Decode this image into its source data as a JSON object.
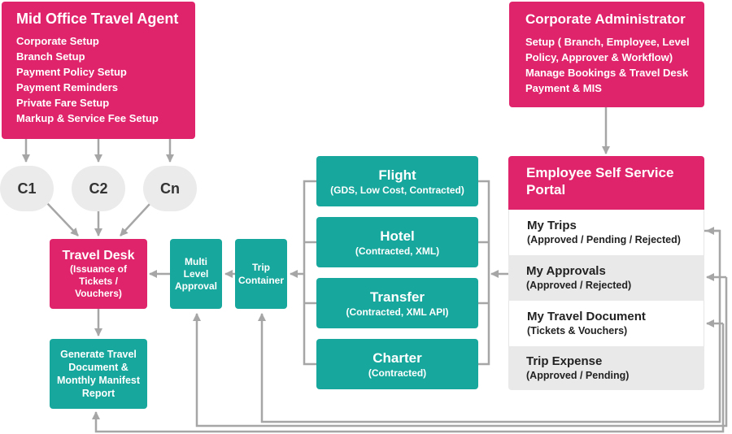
{
  "mid_office": {
    "title": "Mid Office Travel Agent",
    "items": [
      "Corporate Setup",
      "Branch Setup",
      "Payment Policy Setup",
      "Payment Reminders",
      "Private Fare Setup",
      "Markup & Service Fee Setup"
    ]
  },
  "corporate_admin": {
    "title": "Corporate Administrator",
    "items": [
      "Setup ( Branch, Employee, Level",
      "Policy, Approver & Workflow)",
      "Manage Bookings & Travel Desk",
      "Payment & MIS"
    ]
  },
  "corporates": [
    "C1",
    "C2",
    "Cn"
  ],
  "travel_desk": {
    "title": "Travel Desk",
    "sub": "(Issuance of Tickets / Vouchers)"
  },
  "multi_level": {
    "label": "Multi Level Approval"
  },
  "trip_container": {
    "label": "Trip Container"
  },
  "generate_doc": {
    "label": "Generate Travel Document & Monthly Manifest Report"
  },
  "services": [
    {
      "title": "Flight",
      "sub": "(GDS, Low Cost, Contracted)"
    },
    {
      "title": "Hotel",
      "sub": "(Contracted, XML)"
    },
    {
      "title": "Transfer",
      "sub": "(Contracted, XML API)"
    },
    {
      "title": "Charter",
      "sub": "(Contracted)"
    }
  ],
  "portal": {
    "title": "Employee Self Service Portal",
    "rows": [
      {
        "title": "My Trips",
        "sub": "(Approved / Pending / Rejected)"
      },
      {
        "title": "My Approvals",
        "sub": "(Approved / Rejected)"
      },
      {
        "title": "My Travel Document",
        "sub": "(Tickets & Vouchers)"
      },
      {
        "title": "Trip Expense",
        "sub": "(Approved / Pending)"
      }
    ]
  },
  "colors": {
    "pink": "#e0246b",
    "teal": "#17a79c",
    "arrow": "#a6a6a6",
    "oval": "#ebebeb"
  }
}
